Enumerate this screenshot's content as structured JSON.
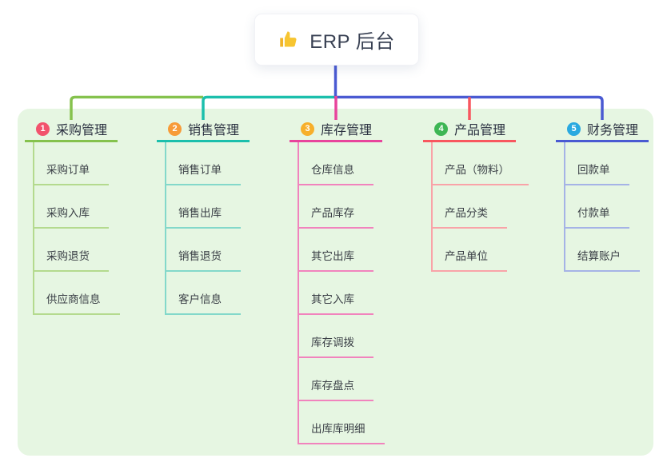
{
  "root": {
    "label": "ERP 后台",
    "icon": "thumbs-up-icon"
  },
  "colors": {
    "background": "#ffffff",
    "panel": "#e6f6e2",
    "connector_blue": "#4a5ad2",
    "root_text": "#3a4254",
    "title_text": "#2a3040",
    "child_text": "#3a3f46",
    "thumb_yellow": "#f7c531"
  },
  "branches": [
    {
      "num": "1",
      "title": "采购管理",
      "badge_color": "#f2536d",
      "line_color": "#85c24d",
      "child_line_color": "#b4da8e",
      "children": [
        "采购订单",
        "采购入库",
        "采购退货",
        "供应商信息"
      ]
    },
    {
      "num": "2",
      "title": "销售管理",
      "badge_color": "#f79b38",
      "line_color": "#1cbfac",
      "child_line_color": "#83d8ca",
      "children": [
        "销售订单",
        "销售出库",
        "销售退货",
        "客户信息"
      ]
    },
    {
      "num": "3",
      "title": "库存管理",
      "badge_color": "#f7af2b",
      "line_color": "#e8449c",
      "child_line_color": "#f183bd",
      "children": [
        "仓库信息",
        "产品库存",
        "其它出库",
        "其它入库",
        "库存调拨",
        "库存盘点",
        "出库库明细"
      ]
    },
    {
      "num": "4",
      "title": "产品管理",
      "badge_color": "#3db654",
      "line_color": "#f8575f",
      "child_line_color": "#f9a3a8",
      "children": [
        "产品（物料）",
        "产品分类",
        "产品单位"
      ]
    },
    {
      "num": "5",
      "title": "财务管理",
      "badge_color": "#2aa9e0",
      "line_color": "#4a5ad2",
      "child_line_color": "#a5b3e6",
      "children": [
        "回款单",
        "付款单",
        "结算账户"
      ]
    }
  ]
}
